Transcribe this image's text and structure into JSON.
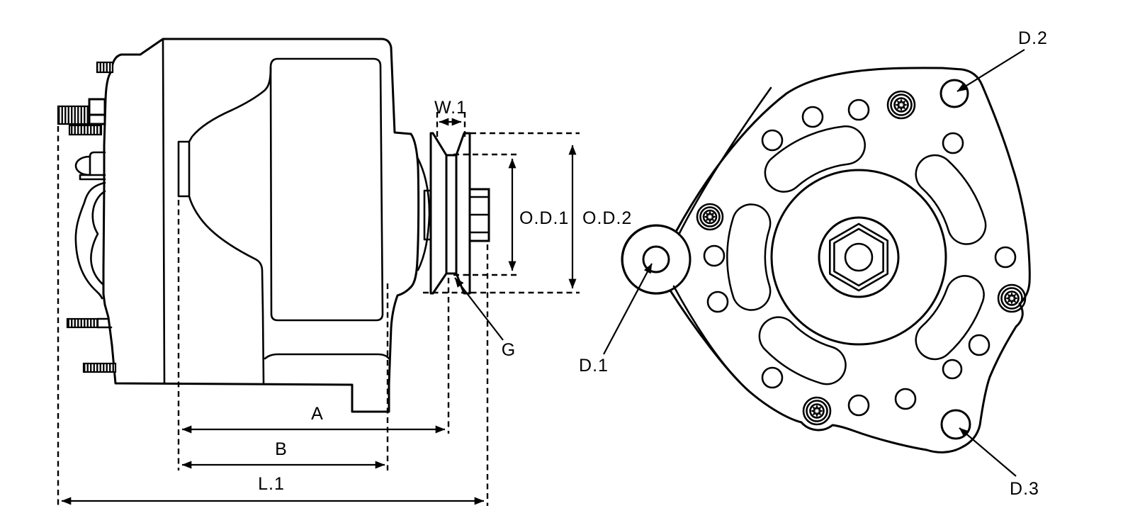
{
  "page": {
    "background": "#ffffff"
  },
  "drawing": {
    "type": "technical-drawing",
    "subject": "alternator-dimensional-diagram",
    "line_color": "#000000",
    "views": [
      {
        "id": "side",
        "name": "side-profile-view",
        "labels": [
          "W.1",
          "O.D.1",
          "O.D.2",
          "G",
          "A",
          "B",
          "L.1"
        ]
      },
      {
        "id": "front",
        "name": "front-face-view",
        "labels": [
          "D.1",
          "D.2",
          "D.3"
        ]
      }
    ],
    "labels": {
      "w1": "W.1",
      "od1": "O.D.1",
      "od2": "O.D.2",
      "g": "G",
      "a": "A",
      "b": "B",
      "l1": "L.1",
      "d1": "D.1",
      "d2": "D.2",
      "d3": "D.3"
    }
  }
}
